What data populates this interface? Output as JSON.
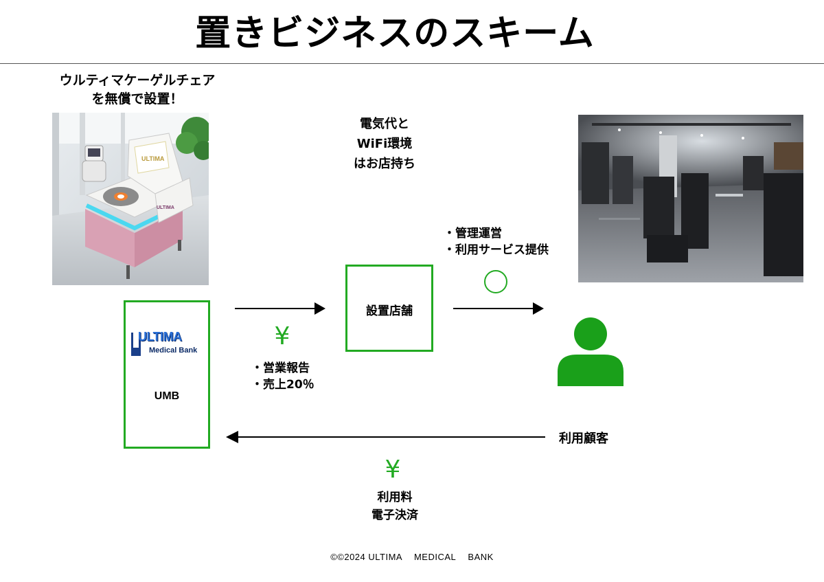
{
  "title": "置きビジネスのスキーム",
  "chair_caption": [
    "ウルティマケーゲルチェア",
    "を無償で設置！"
  ],
  "utility_note": [
    "電気代と",
    "WiFi環境",
    "はお店持ち"
  ],
  "store_box_label": "設置店舗",
  "umb_box": {
    "logo_main": "ULTIMA",
    "logo_sub": "Medical Bank",
    "label": "UMB"
  },
  "store_services": [
    "・管理運営",
    "・利用サービス提供"
  ],
  "circle_symbol": "○",
  "yen_symbol": "¥",
  "store_to_umb_items": [
    "・営業報告",
    "・売上20％"
  ],
  "customer_label": "利用顧客",
  "fee_items": [
    "利用料",
    "電子決済"
  ],
  "footer": "©©2024 ULTIMA　 MEDICAL　 BANK",
  "colors": {
    "accent_green": "#22aa22",
    "person_green": "#1aa01a",
    "chair_pink": "#d9a1b4",
    "chair_led": "#4ad8f0"
  },
  "icons": [
    "kegel-chair-photo",
    "gym-photo",
    "person-icon",
    "arrow-right",
    "arrow-left"
  ]
}
